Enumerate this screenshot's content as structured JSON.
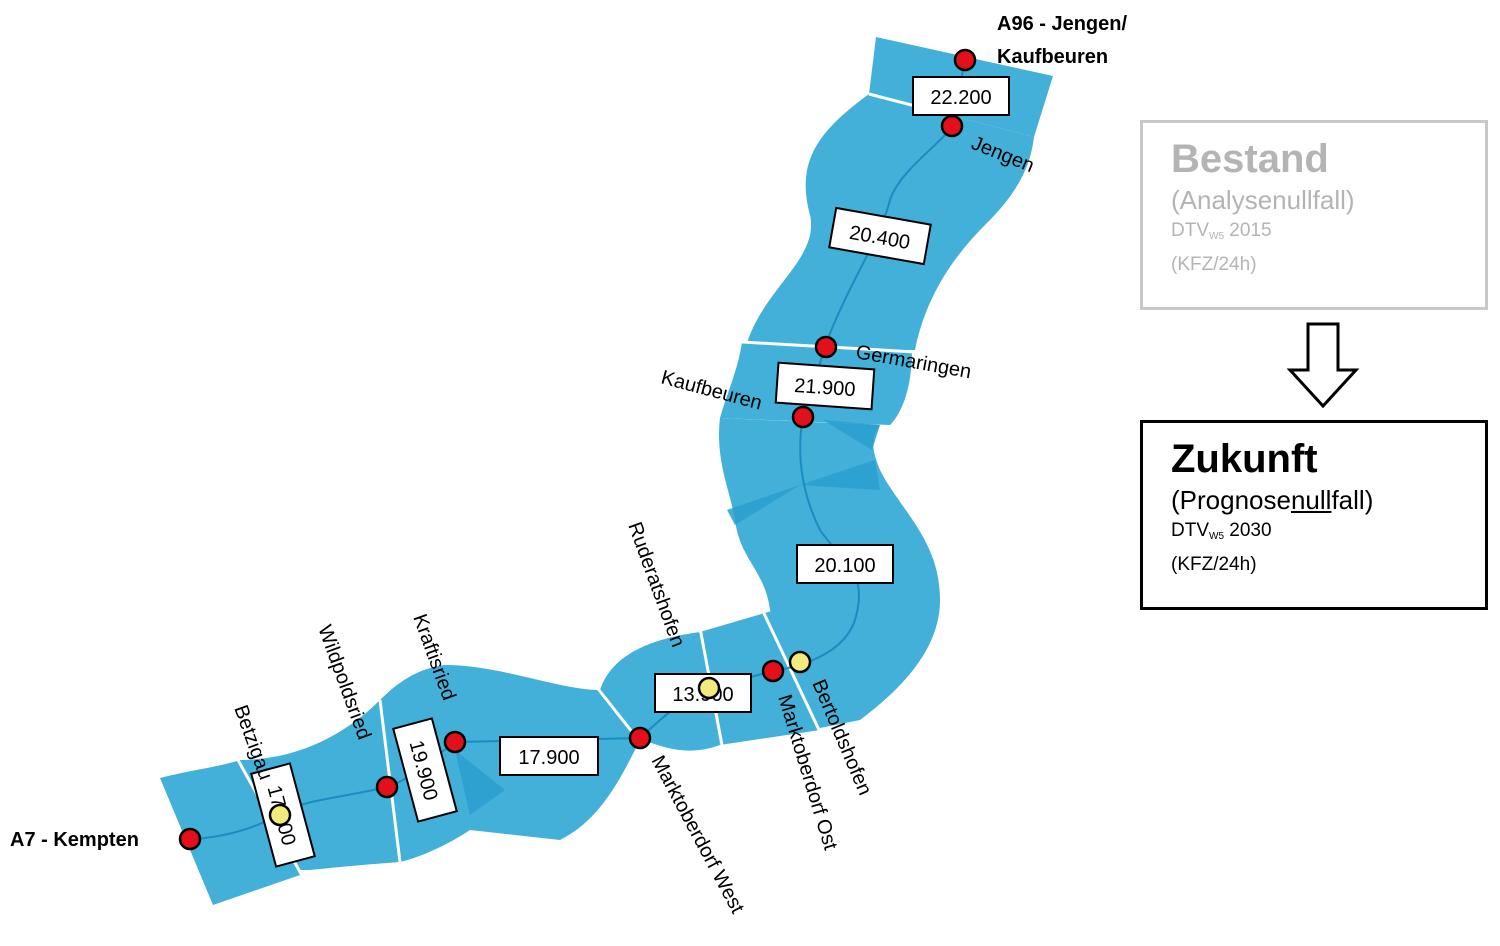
{
  "endpoints": {
    "north": [
      "A96 - Jengen/",
      "Kaufbeuren"
    ],
    "south": "A7 - Kempten"
  },
  "junctions": {
    "jengen": "Jengen",
    "germaringen": "Germaringen",
    "kaufbeuren": "Kaufbeuren",
    "bertoldshofen": "Bertoldshofen",
    "marktoberdorf_ost": "Marktoberdorf Ost",
    "ruderatshofen": "Ruderatshofen",
    "marktoberdorf_west": "Marktoberdorf West",
    "kraftisried": "Kraftisried",
    "wildpoldsried": "Wildpoldsried",
    "betzigau": "Betzigau"
  },
  "traffic_values": {
    "a96_jengen": "22.200",
    "jengen_germaringen": "20.400",
    "germaringen_kaufbeuren": "21.900",
    "kaufbeuren_bertoldshofen": "20.100",
    "marktoberdorf_ost_ruderatshofen": "13.900",
    "marktoberdorf_west_kraftisried": "17.900",
    "kraftisried_wildpoldsried": "19.900",
    "betzigau_a7": "17.000"
  },
  "legend": {
    "bestand": {
      "title": "Bestand",
      "subtitle": "(Analysenullfall)",
      "dtv": "DTV",
      "dtv_sub": "W5",
      "year": " 2015",
      "unit": "(KFZ/24h)"
    },
    "zukunft": {
      "title": "Zukunft",
      "subtitle_pre": "(Prognose",
      "subtitle_underlined": "null",
      "subtitle_post": "fall)",
      "dtv": "DTV",
      "dtv_sub": "W5",
      "year": " 2030",
      "unit": "(KFZ/24h)"
    }
  },
  "colors": {
    "band": "#42b0d8",
    "band_dark": "#2a9fcf",
    "center_line": "#1a8cc2",
    "junction_red": "#e3101b",
    "junction_yellow": "#f3ea7e",
    "legend_inactive": "#c8c8c8"
  }
}
